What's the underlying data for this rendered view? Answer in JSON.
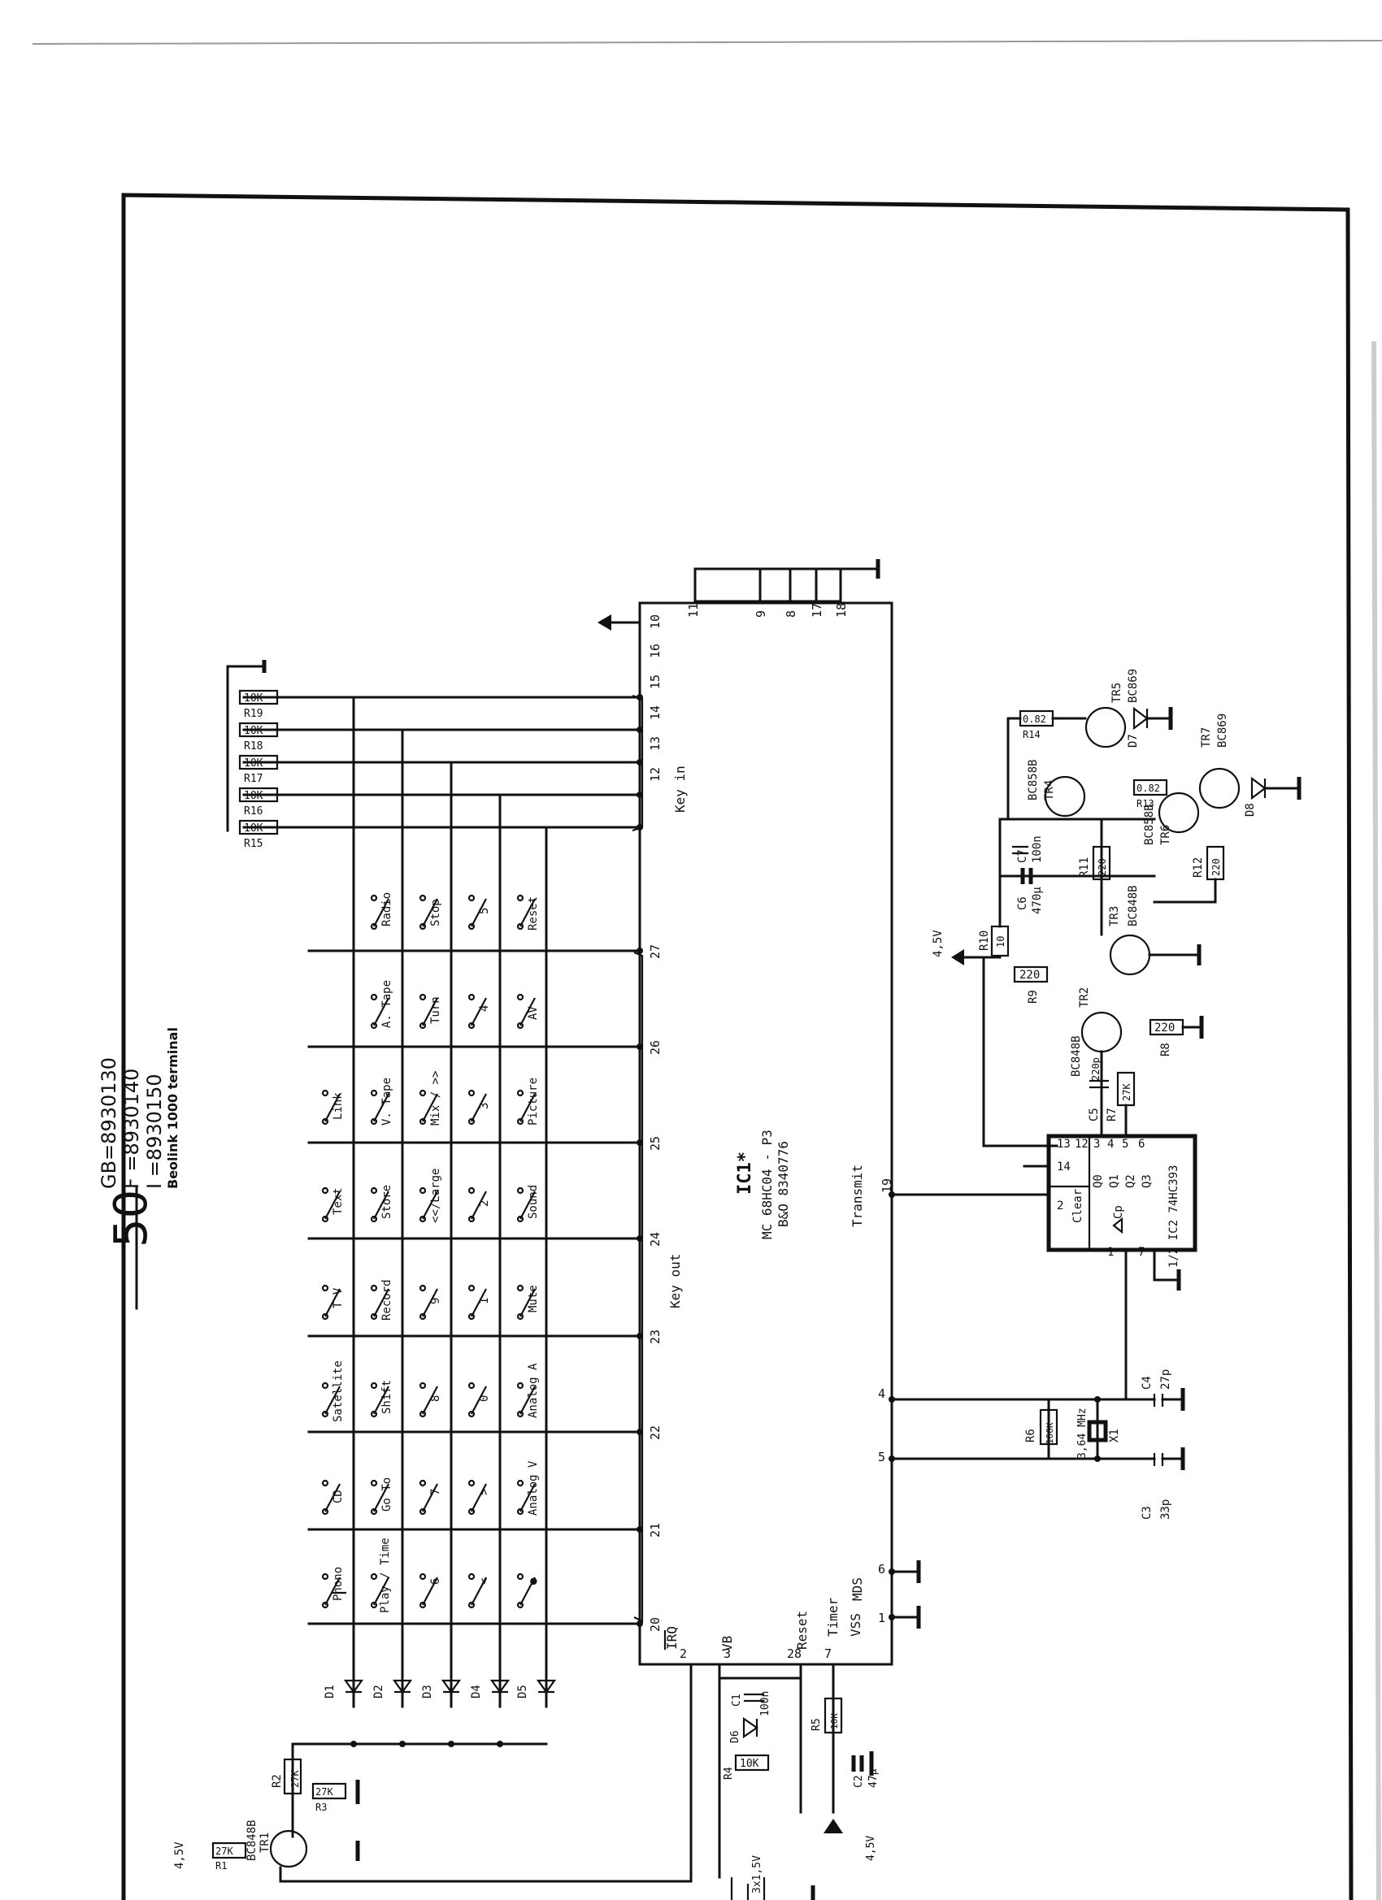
{
  "header": {
    "page_number": "50",
    "gb_line": "GB=8930130",
    "f_line": "F =8930140",
    "i_line": "I =8930150",
    "subtitle": "Beolink 1000 terminal"
  },
  "ic1": {
    "label": "IC1*",
    "part": "MC 68HC04 - P3",
    "code": "B&O 8340776",
    "key_out_label": "Key out",
    "key_in_label": "Key in",
    "transmit_label": "Transmit",
    "irq_label": "IRQ",
    "vb_label": "VB",
    "reset_label": "Reset",
    "timer_label": "Timer",
    "vss_label": "VSS",
    "mds_label": "MDS",
    "pins": {
      "p1": "1",
      "p2": "2",
      "p3": "3",
      "p4": "4",
      "p5": "5",
      "p6": "6",
      "p7": "7",
      "p8": "8",
      "p9": "9",
      "p10": "10",
      "p11": "11",
      "p12": "12",
      "p13": "13",
      "p14": "14",
      "p15": "15",
      "p16": "16",
      "p17": "17",
      "p18": "18",
      "p19": "19",
      "p20": "20",
      "p21": "21",
      "p22": "22",
      "p23": "23",
      "p24": "24",
      "p25": "25",
      "p26": "26",
      "p27": "27",
      "p28": "28"
    }
  },
  "ic2": {
    "label": "1/2 IC2 74HC393",
    "clear": "Clear",
    "cp": "Cp",
    "q0": "Q0",
    "q1": "Q1",
    "q2": "Q2",
    "q3": "Q3",
    "pins": {
      "p1": "1",
      "p2": "2",
      "p3": "3",
      "p4": "4",
      "p5": "5",
      "p6": "6",
      "p7": "7",
      "p12": "12",
      "p13": "13",
      "p14": "14"
    }
  },
  "keys": {
    "col20": [
      "Phono",
      "Play / Time",
      "6",
      "<",
      "●"
    ],
    "col21": [
      "CD",
      "Go To",
      "7",
      ">",
      "Analog V"
    ],
    "col22": [
      "Satellite",
      "Shift",
      "8",
      "0",
      "Analog A"
    ],
    "col23": [
      "T V",
      "Record",
      "9",
      "1",
      "Mute"
    ],
    "col24": [
      "Text",
      "Store",
      "<</Large",
      "2",
      "Sound"
    ],
    "col25": [
      "Link",
      "V. Tape",
      "Mix / >>",
      "3",
      "Picture"
    ],
    "col26": [
      "A. Tape",
      "Turn",
      "4",
      "AV"
    ],
    "col27": [
      "Radio",
      "Stop",
      "5",
      "Reset"
    ]
  },
  "components": {
    "r1": "R1",
    "r1v": "27K",
    "r2": "R2",
    "r2v": "27K",
    "r3": "R3",
    "r3v": "27K",
    "r4": "R4",
    "r4v": "10K",
    "r5": "R5",
    "r5v": "10K",
    "r6": "R6",
    "r6v": "100K",
    "r7": "R7",
    "r7v": "27K",
    "r8": "R8",
    "r8v": "220",
    "r9": "R9",
    "r9v": "220",
    "r10": "R10",
    "r10v": "10",
    "r11": "R11",
    "r11v": "220",
    "r12": "R12",
    "r12v": "220",
    "r13": "R13",
    "r13v": "0.82",
    "r14": "R14",
    "r14v": "0.82",
    "r15": "R15",
    "r16": "R16",
    "r17": "R17",
    "r18": "R18",
    "r19": "R19",
    "rkv": "10K",
    "c1": "C1",
    "c1v": "100n",
    "c2": "C2",
    "c2v": "47µ",
    "c3": "C3",
    "c3v": "33p",
    "c4": "C4",
    "c4v": "27p",
    "c5": "C5",
    "c5v": "220p",
    "c6": "C6",
    "c6v": "470µ",
    "c7": "C7",
    "c7v": "100n",
    "x1": "X1",
    "x1v": "3,64 MHz",
    "tr1": "TR1",
    "tr1t": "BC848B",
    "tr2": "TR2",
    "tr2t": "BC848B",
    "tr3": "TR3",
    "tr3t": "BC848B",
    "tr4": "TR4",
    "tr4t": "BC858B",
    "tr5": "TR5",
    "tr5t": "BC869",
    "tr6": "TR6",
    "tr6t": "BC858B",
    "tr7": "TR7",
    "tr7t": "BC869",
    "d1": "D1",
    "d2": "D2",
    "d3": "D3",
    "d4": "D4",
    "d5": "D5",
    "d6": "D6",
    "d7": "D7",
    "d8": "D8",
    "v45": "4,5V",
    "battery": "3x1,5V"
  }
}
